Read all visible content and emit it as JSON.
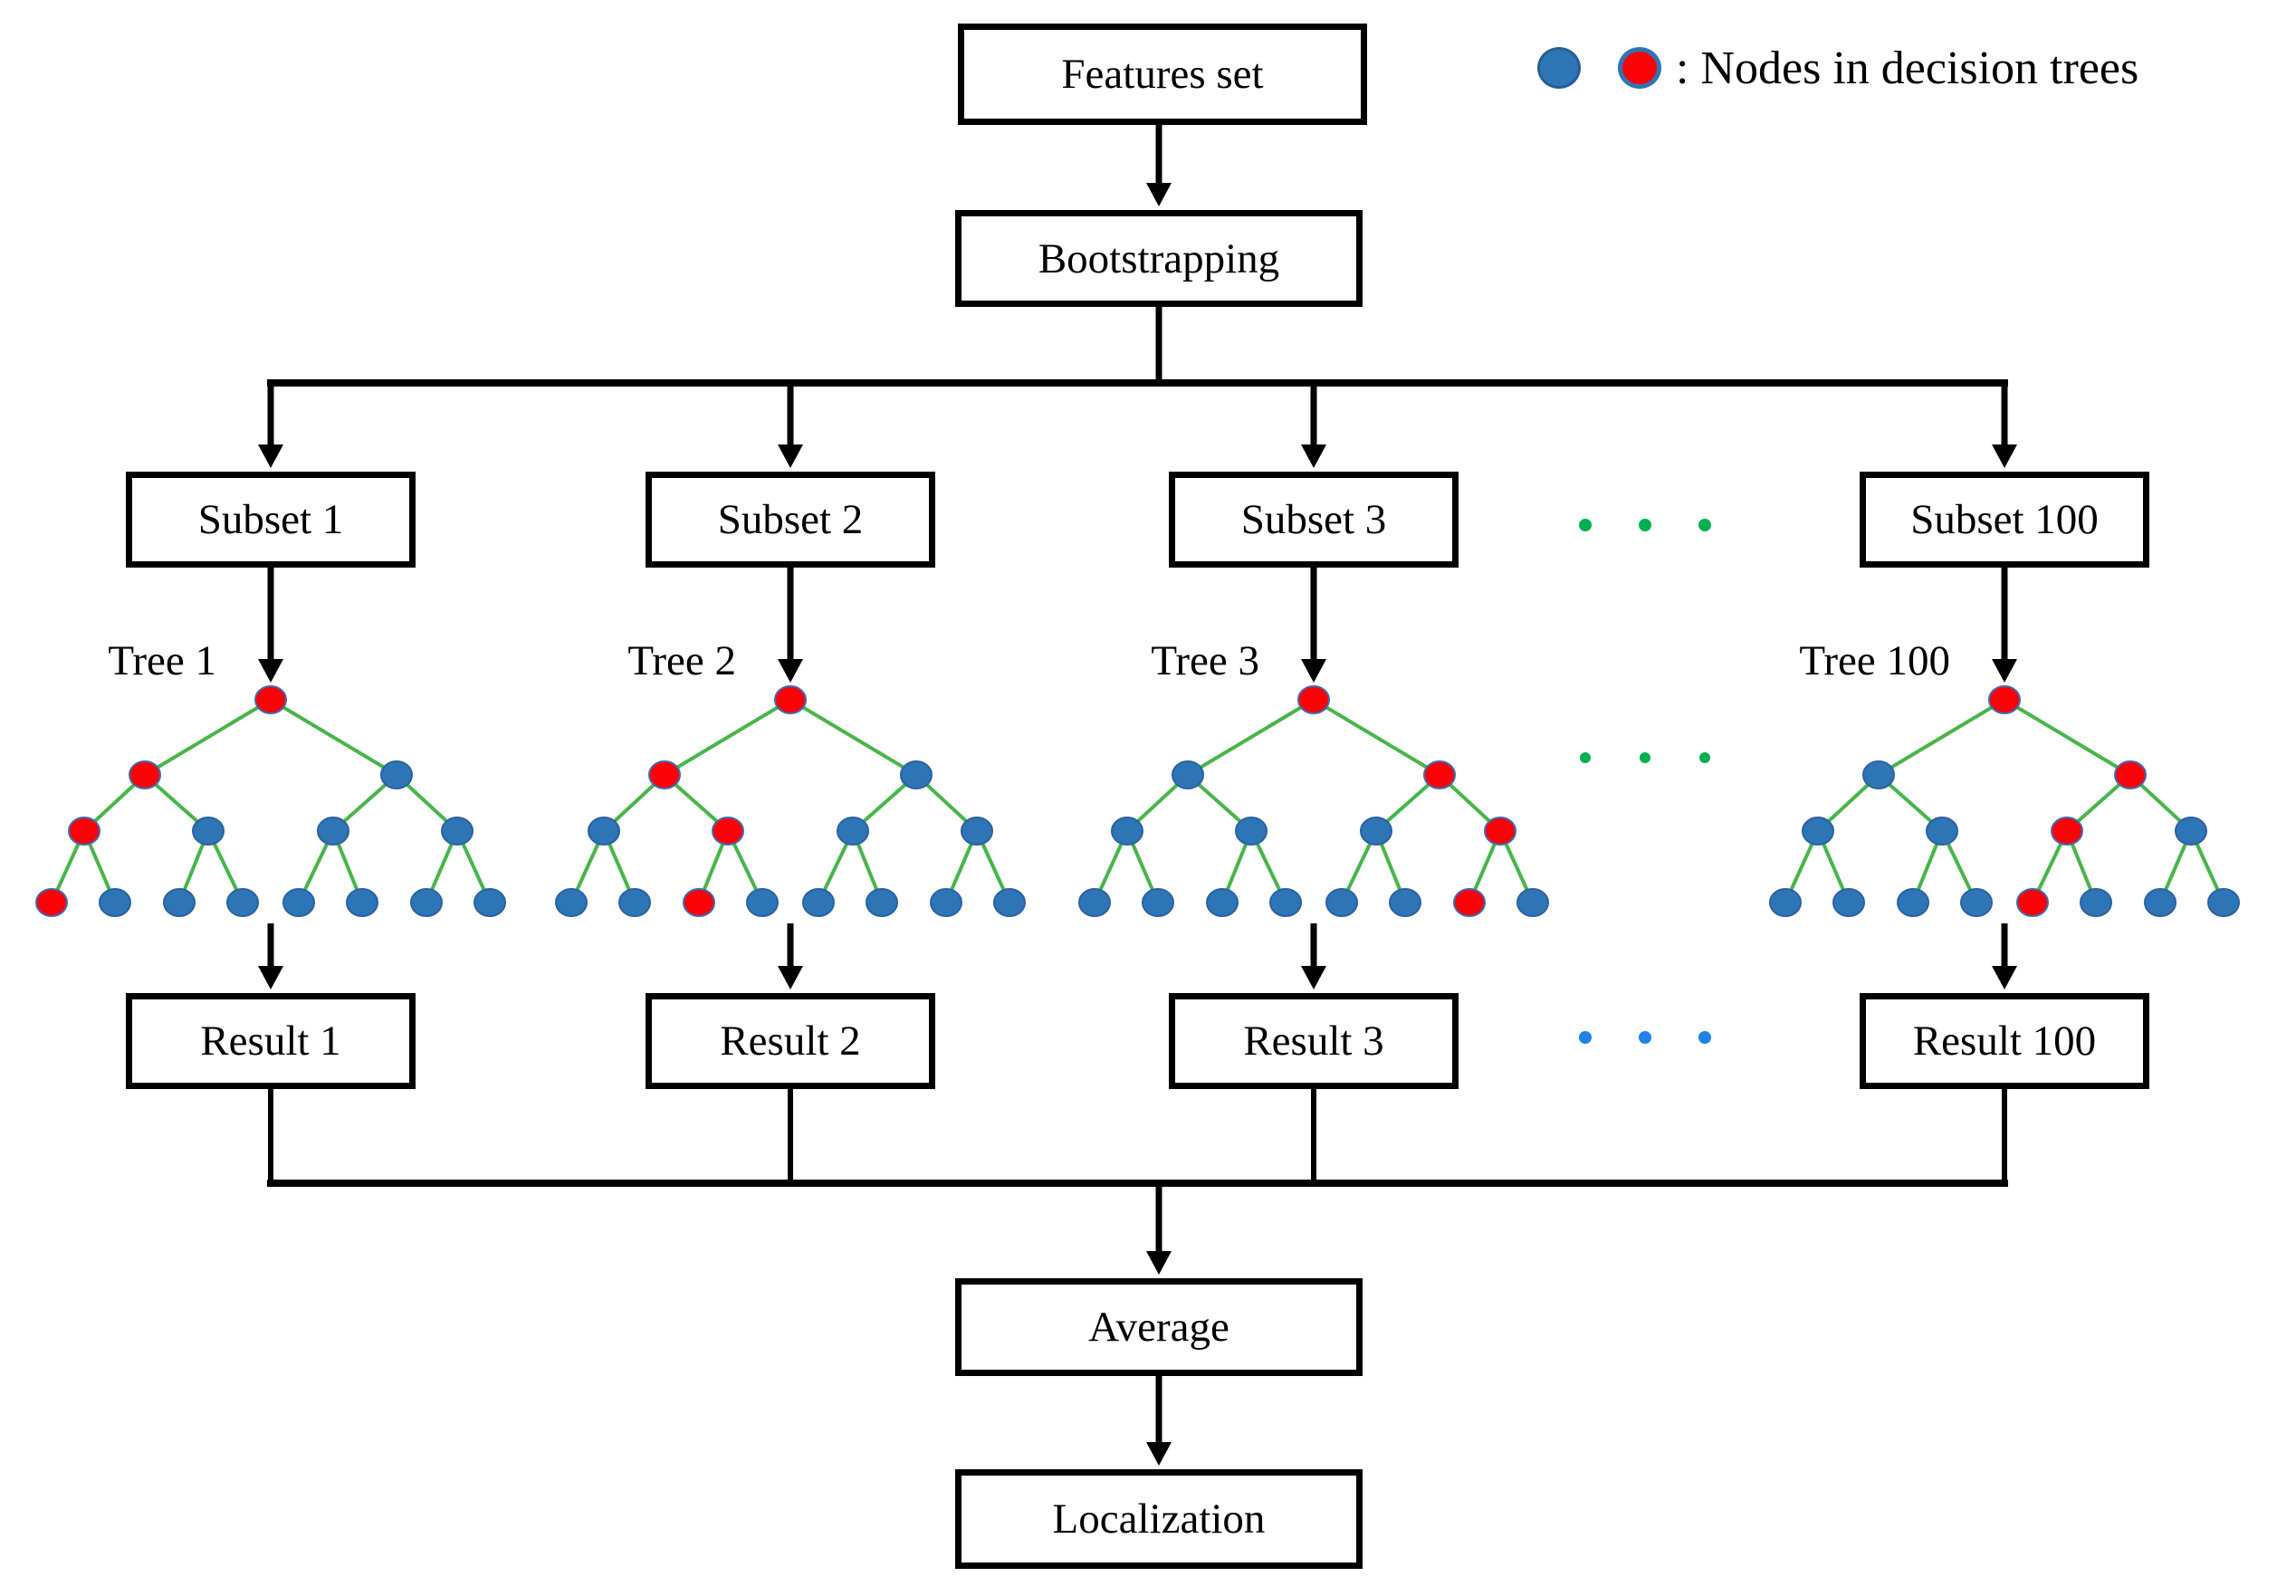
{
  "legend": {
    "label": ": Nodes in decision trees",
    "blue_node_color": "#2E75B6",
    "red_node_color": "#FB0207"
  },
  "flow": {
    "features": "Features set",
    "bootstrapping": "Bootstrapping",
    "average": "Average",
    "localization": "Localization"
  },
  "columns": [
    {
      "subset": "Subset 1",
      "tree_label": "Tree 1",
      "result": "Result 1",
      "tree_levels": [
        "r",
        "rb",
        "rbbb",
        "rbbbbbbb"
      ]
    },
    {
      "subset": "Subset 2",
      "tree_label": "Tree 2",
      "result": "Result 2",
      "tree_levels": [
        "r",
        "rb",
        "brbb",
        "bbrbbbbb"
      ]
    },
    {
      "subset": "Subset 3",
      "tree_label": "Tree 3",
      "result": "Result 3",
      "tree_levels": [
        "r",
        "br",
        "bbbr",
        "bbbbbbrb"
      ]
    },
    {
      "subset": "Subset 100",
      "tree_label": "Tree 100",
      "result": "Result 100",
      "tree_levels": [
        "r",
        "br",
        "bbrb",
        "bbbbrbbb"
      ]
    }
  ],
  "ellipsis": {
    "subset_row_color": "#00B050",
    "tree_row_color": "#00B050",
    "result_row_color": "#1E82E8"
  },
  "diagram_colors": {
    "edge_green": "#47B649",
    "node_blue": "#2E75B6",
    "node_blue_stroke": "#2B62A0",
    "node_red": "#FB0207",
    "node_red_stroke": "#3C6CB4",
    "line_black": "#000000"
  }
}
